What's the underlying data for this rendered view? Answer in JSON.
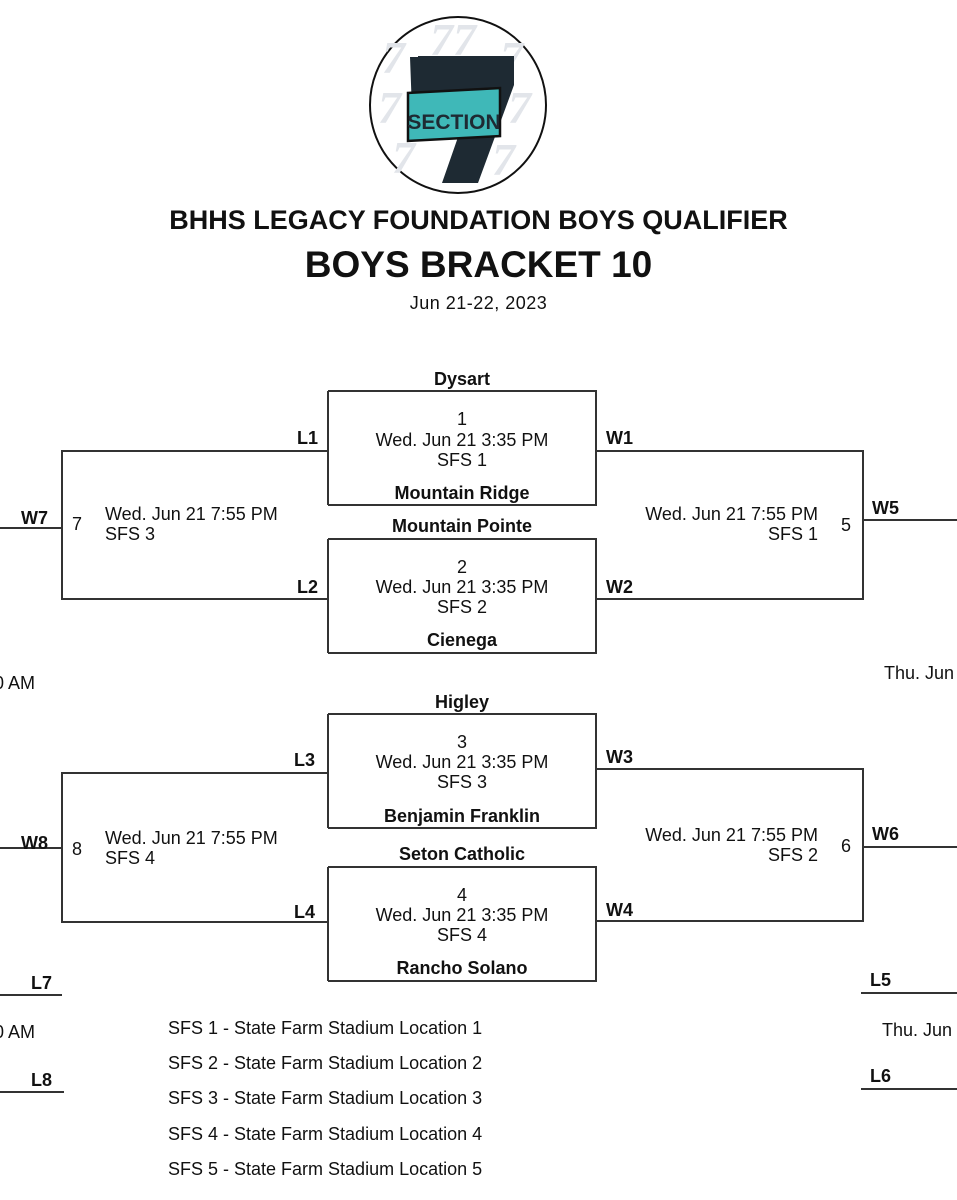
{
  "logo": {
    "text": "SECTION",
    "numeral": "7"
  },
  "header": {
    "event": "BHHS LEGACY FOUNDATION BOYS QUALIFIER",
    "bracket": "BOYS BRACKET 10",
    "dates": "Jun 21-22, 2023"
  },
  "games": [
    {
      "top_team": "Dysart",
      "number": "1",
      "time": "Wed. Jun 21 3:35 PM",
      "venue": "SFS 1",
      "bottom_team": "Mountain Ridge",
      "loser": "L1",
      "winner": "W1"
    },
    {
      "top_team": "Mountain Pointe",
      "number": "2",
      "time": "Wed. Jun 21 3:35 PM",
      "venue": "SFS 2",
      "bottom_team": "Cienega",
      "loser": "L2",
      "winner": "W2"
    },
    {
      "top_team": "Higley",
      "number": "3",
      "time": "Wed. Jun 21 3:35 PM",
      "venue": "SFS 3",
      "bottom_team": "Benjamin Franklin",
      "loser": "L3",
      "winner": "W3"
    },
    {
      "top_team": "Seton Catholic",
      "number": "4",
      "time": "Wed. Jun 21 3:35 PM",
      "venue": "SFS 4",
      "bottom_team": "Rancho Solano",
      "loser": "L4",
      "winner": "W4"
    }
  ],
  "left_games": [
    {
      "number": "7",
      "time": "Wed. Jun 21 7:55 PM",
      "venue": "SFS 3",
      "out": "W7"
    },
    {
      "number": "8",
      "time": "Wed. Jun 21 7:55 PM",
      "venue": "SFS 4",
      "out": "W8"
    }
  ],
  "right_games": [
    {
      "number": "5",
      "time": "Wed. Jun 21 7:55 PM",
      "venue": "SFS 1",
      "out": "W5"
    },
    {
      "number": "6",
      "time": "Wed. Jun 21 7:55 PM",
      "venue": "SFS 2",
      "out": "W6"
    }
  ],
  "edge": {
    "left_time_1": "0 AM",
    "left_time_2": "0 AM",
    "left_l7": "L7",
    "left_l8": "L8",
    "right_time_1": "Thu. Jun",
    "right_time_2": "Thu. Jun",
    "right_l5": "L5",
    "right_l6": "L6"
  },
  "legend": [
    "SFS 1 - State Farm Stadium Location 1",
    "SFS 2 - State Farm Stadium Location 2",
    "SFS 3 - State Farm Stadium Location 3",
    "SFS 4 - State Farm Stadium Location 4",
    "SFS 5 - State Farm Stadium Location 5"
  ],
  "colors": {
    "logo_teal": "#3fb8b8",
    "logo_dark": "#1e2a33",
    "line": "#333333"
  }
}
